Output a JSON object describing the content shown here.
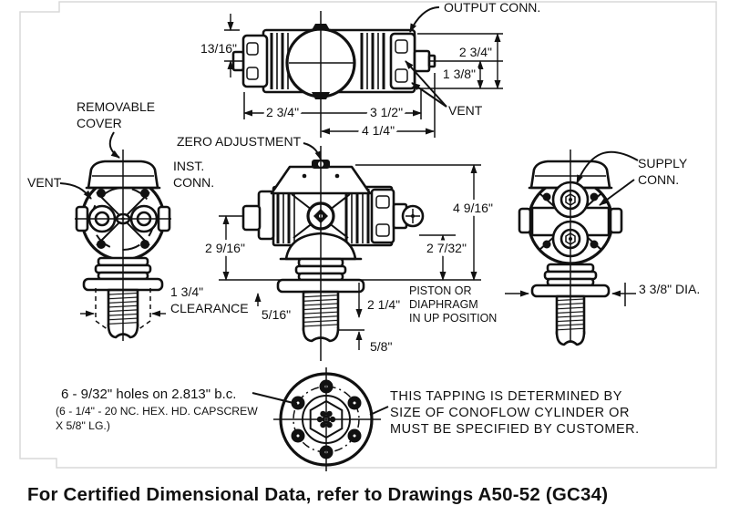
{
  "page": {
    "caption": "For Certified Dimensional Data, refer to Drawings A50-52 (GC34)",
    "ink_color": "#111111",
    "border_color": "#d9d9d9"
  },
  "top_view": {
    "output_conn_label": "OUTPUT CONN.",
    "vent_label": "VENT",
    "dim_13_16": "13/16\"",
    "dim_2_3_4_height": "2 3/4\"",
    "dim_1_3_8": "1 3/8\"",
    "dim_2_3_4_width": "2 3/4\"",
    "dim_3_1_2": "3 1/2\"",
    "dim_4_1_4": "4 1/4\""
  },
  "left_view": {
    "removable_cover_line1": "REMOVABLE",
    "removable_cover_line2": "COVER",
    "vent_label": "VENT",
    "clearance_line1": "1 3/4\"",
    "clearance_line2": "CLEARANCE"
  },
  "center_view": {
    "zero_adjustment_label": "ZERO ADJUSTMENT",
    "inst_conn_line1": "INST.",
    "inst_conn_line2": "CONN.",
    "dim_2_9_16": "2 9/16\"",
    "dim_4_9_16": "4 9/16\"",
    "dim_2_7_32": "2 7/32\"",
    "dim_5_16": "5/16\"",
    "dim_2_1_4": "2 1/4\"",
    "dim_5_8": "5/8\"",
    "piston_note_line1": "PISTON OR",
    "piston_note_line2": "DIAPHRAGM",
    "piston_note_line3": "IN UP POSITION"
  },
  "right_view": {
    "supply_conn_line1": "SUPPLY",
    "supply_conn_line2": "CONN.",
    "dim_3_3_8_dia": "3 3/8\" DIA."
  },
  "bottom_view": {
    "holes_note_line1": "6 - 9/32\" holes on 2.813\" b.c.",
    "holes_note_line2": "(6 - 1/4\" - 20 NC. HEX. HD. CAPSCREW",
    "holes_note_line3": "X 5/8\" LG.)",
    "tapping_note_line1": "THIS TAPPING IS DETERMINED BY",
    "tapping_note_line2": "SIZE OF CONOFLOW CYLINDER OR",
    "tapping_note_line3": "MUST BE SPECIFIED BY CUSTOMER."
  }
}
